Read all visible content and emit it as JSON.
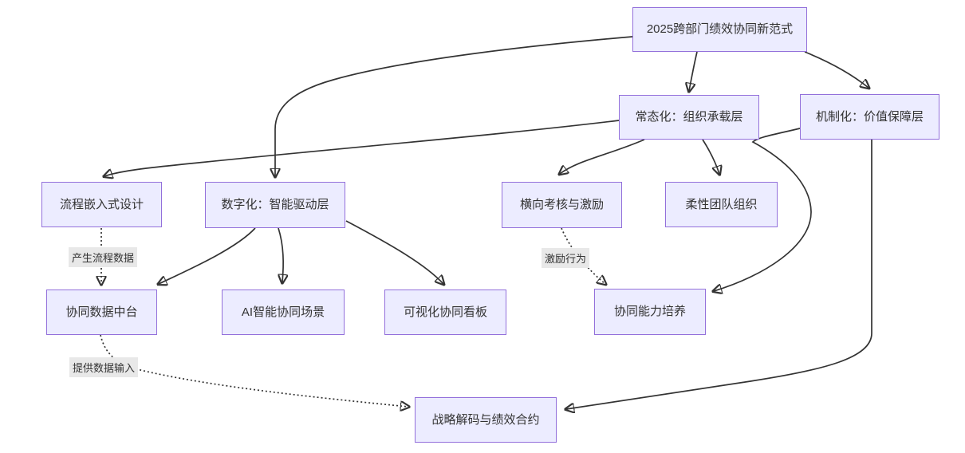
{
  "diagram_type": "flowchart",
  "nodes": {
    "root": {
      "label": "2025跨部门绩效协同新范式"
    },
    "org": {
      "label": "常态化：组织承载层"
    },
    "value": {
      "label": "机制化：价值保障层"
    },
    "digital": {
      "label": "数字化：智能驱动层"
    },
    "process": {
      "label": "流程嵌入式设计"
    },
    "review": {
      "label": "横向考核与激励"
    },
    "team": {
      "label": "柔性团队组织"
    },
    "platform": {
      "label": "协同数据中台"
    },
    "ai": {
      "label": "AI智能协同场景"
    },
    "board": {
      "label": "可视化协同看板"
    },
    "capability": {
      "label": "协同能力培养"
    },
    "strategy": {
      "label": "战略解码与绩效合约"
    }
  },
  "edge_labels": {
    "produce": {
      "text": "产生流程数据"
    },
    "incentive": {
      "text": "激励行为"
    },
    "provide": {
      "text": "提供数据输入"
    }
  },
  "edges": [
    {
      "from": "root",
      "to": "org",
      "style": "solid"
    },
    {
      "from": "root",
      "to": "value",
      "style": "solid"
    },
    {
      "from": "root",
      "to": "digital",
      "style": "solid"
    },
    {
      "from": "org",
      "to": "process",
      "style": "solid"
    },
    {
      "from": "org",
      "to": "review",
      "style": "solid"
    },
    {
      "from": "org",
      "to": "team",
      "style": "solid"
    },
    {
      "from": "digital",
      "to": "platform",
      "style": "solid"
    },
    {
      "from": "digital",
      "to": "ai",
      "style": "solid"
    },
    {
      "from": "digital",
      "to": "board",
      "style": "solid"
    },
    {
      "from": "value",
      "to": "capability",
      "style": "solid"
    },
    {
      "from": "value",
      "to": "strategy",
      "style": "solid"
    },
    {
      "from": "process",
      "to": "platform",
      "style": "dotted",
      "label": "产生流程数据"
    },
    {
      "from": "review",
      "to": "capability",
      "style": "dotted",
      "label": "激励行为"
    },
    {
      "from": "platform",
      "to": "strategy",
      "style": "dotted",
      "label": "提供数据输入"
    }
  ],
  "colors": {
    "node_fill": "#ECECFF",
    "node_border": "#9370DB",
    "edge": "#333333",
    "label_bg": "#e8e8e8",
    "text": "#333333",
    "page_bg": "#ffffff"
  }
}
